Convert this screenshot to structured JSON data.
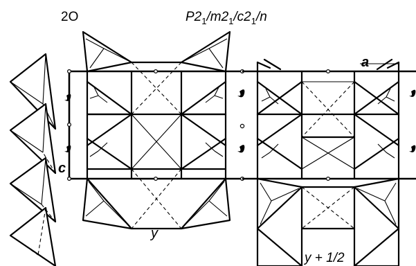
{
  "labels": {
    "polytype": "2O",
    "space_group": {
      "p": "P2",
      "s1": "1",
      "m": "/m2",
      "s2": "1",
      "c": "/c2",
      "s3": "1",
      "n": "/n"
    },
    "axis_a": "a",
    "axis_c": "c",
    "layer_y": "y",
    "layer_y_half": "y + 1/2"
  }
}
